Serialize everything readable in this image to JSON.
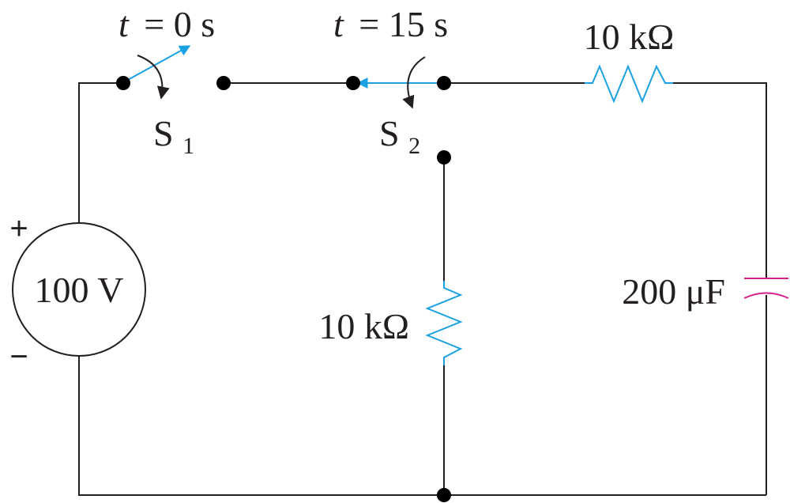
{
  "source": {
    "value_label": "100 V",
    "plus_sign": "+",
    "minus_sign": "−"
  },
  "switch_1": {
    "time_var": "t",
    "time_value": "= 0 s",
    "name": "S",
    "subscript": "1"
  },
  "switch_2": {
    "time_var": "t",
    "time_value": "= 15 s",
    "name": "S",
    "subscript": "2"
  },
  "resistor_series": {
    "label": "10 kΩ"
  },
  "resistor_shunt": {
    "label": "10 kΩ"
  },
  "capacitor": {
    "label": "200 μF"
  },
  "colors": {
    "wire": "#231f20",
    "component_blue": "#1ba1e2",
    "capacitor": "#d6208a",
    "node": "#000000"
  }
}
